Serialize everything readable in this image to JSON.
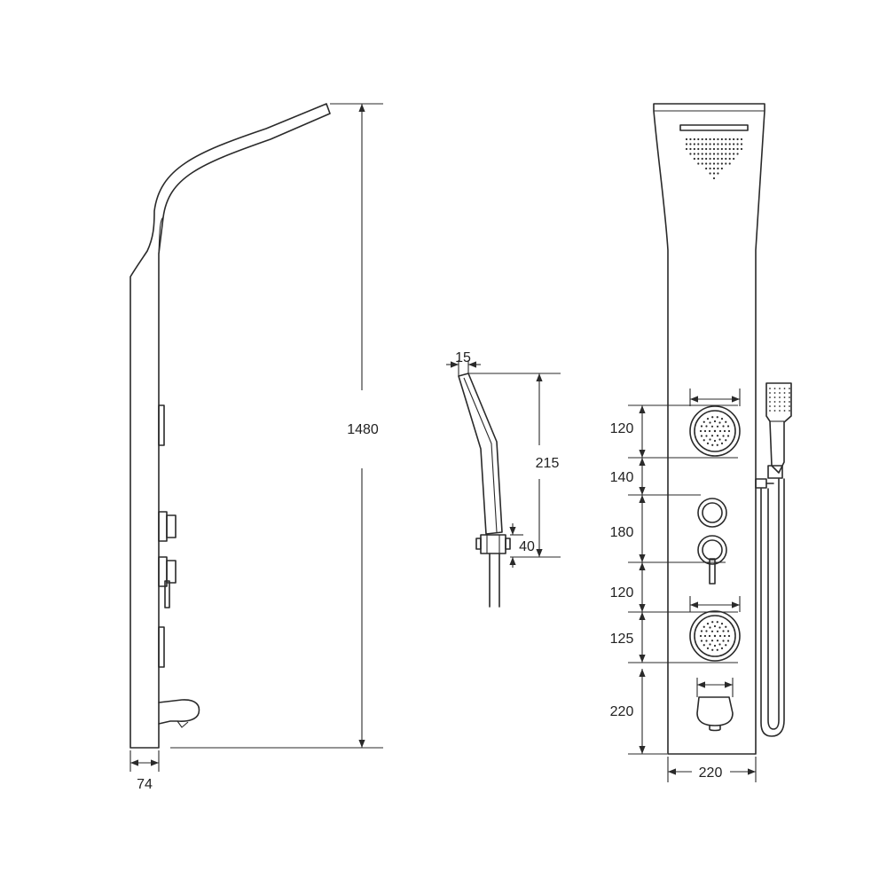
{
  "dimensions": {
    "side_thickness": "74",
    "total_height": "1480",
    "handset_tip": "15",
    "handset_length": "215",
    "handset_holder": "40",
    "gap_1": "120",
    "gap_2": "140",
    "gap_3": "180",
    "gap_4": "120",
    "gap_5": "125",
    "gap_6": "220",
    "panel_width": "220"
  },
  "colors": {
    "line": "#2a2a2a",
    "background": "#ffffff"
  }
}
